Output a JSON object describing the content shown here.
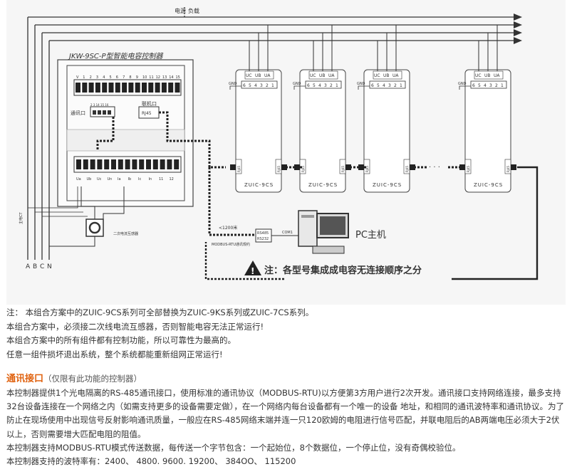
{
  "diagram": {
    "power_label": "电源",
    "load_label": "负载",
    "controller_title": "JKW-9SC-P型智能电容控制器",
    "top_terminals": [
      "V",
      "1",
      "2",
      "3",
      "4",
      "5",
      "6",
      "7",
      "8",
      "9",
      "10",
      "11",
      "12",
      "13",
      "14",
      "15"
    ],
    "comm_port_label": "通讯口",
    "comm_pins": "2 3 14 15 16",
    "link_port_label": "联机口",
    "rj45": "RJ45",
    "bottom_terminals": [
      "Ua",
      "Ub",
      "Uc",
      "Un",
      "Ia",
      "Ib",
      "Ic",
      "In",
      "11",
      "12"
    ],
    "module_top_labels": [
      "UC",
      "UB",
      "UA"
    ],
    "module_pins": [
      "6",
      "5",
      "4",
      "3",
      "2",
      "1"
    ],
    "gnd": "GND",
    "module_name": "ZUIC-9CS",
    "module_side_left": "RJ45",
    "module_side_right": "RJ45",
    "ct_label": "二次电流互感器",
    "abc_labels": [
      "A",
      "B",
      "C",
      "N"
    ],
    "side_label": "主电CT",
    "cable_len": "<1200米",
    "cable_desc": "MODBUS-RTU通讯规约",
    "rs485": "RS485",
    "rs232": "RS232",
    "com1": "COM1",
    "pc_label": "PC主机",
    "warning_text": "注：各型号集成成电容无连接顺序之分"
  },
  "notes": [
    "注：  本组合方案中的ZUIC-9CS系列可全部替换为ZUIC-9KS系列或ZUIC-7CS系列。",
    "本组合方案中，必须接二次线电流互感器，否则智能电容无法正常运行!",
    "本组合方案中的所有组件都有控制功能，所以可靠性为最高的。",
    "任意一组件损坏退出系统，整个系统都能重新组网正常运行!"
  ],
  "section": {
    "title": "通讯接口",
    "subtitle": "（仅限有此功能的控制器）"
  },
  "body": [
    "本控制器提供1个光电隔离的RS-485通讯接口，使用标准的通讯协议（MODBUS-RTU)以方便第3方用户进行2次开发。通讯接口支持网络连接，最多支持32台设备连接在一个网络之内（如需支持更多的设备需要定做），在一个网络内每台设备都有一个唯一的设备 地址，和相同的通讯波特率和通讯协议。为了防止在现场使用中出现信号反射影响通讯质量，一般应在RS-485网络末端并连一只120欧姆的电阻进行信号匹配，并联电阻后的AB两端电压必须大于2伏以上，否则需要增大匹配电阻的阻值。",
    "本控制器支持MODBUS-RTU模式传送数据，每传送一个字节包含：一个起始位，8个数据位，一个停止位，没有奇偶校验位。",
    "本控制器支持的波特率有：2400、 4800. 9600. 19200、 384OO、 115200"
  ]
}
